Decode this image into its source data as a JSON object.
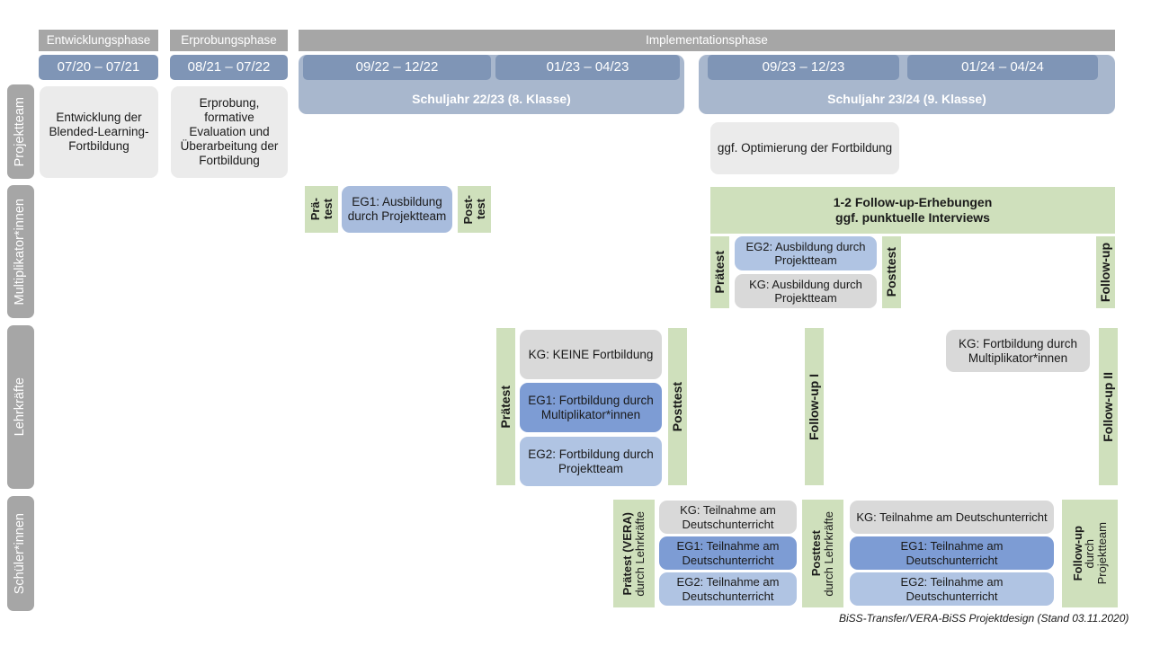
{
  "meta": {
    "footer": "BiSS-Transfer/VERA-BiSS Projektdesign (Stand 03.11.2020)"
  },
  "colors": {
    "gray_header": "#a6a6a6",
    "row_label": "#a6a6a6",
    "date_chip": "#7f95b6",
    "school_year": "#a8b7cd",
    "light_gray_box": "#ebebeb",
    "gray_box": "#d9d9d9",
    "blue_light": "#b0c4e3",
    "blue_mid": "#a8bcdd",
    "blue_dark": "#7d9cd4",
    "green_test": "#cfe0bc"
  },
  "phases": [
    {
      "label": "Entwicklungsphase"
    },
    {
      "label": "Erprobungsphase"
    },
    {
      "label": "Implementationsphase"
    }
  ],
  "dates": [
    {
      "label": "07/20 – 07/21"
    },
    {
      "label": "08/21 – 07/22"
    },
    {
      "label": "09/22 – 12/22"
    },
    {
      "label": "01/23 – 04/23"
    },
    {
      "label": "09/23 – 12/23"
    },
    {
      "label": "01/24 – 04/24"
    }
  ],
  "school_years": [
    {
      "label": "Schuljahr 22/23 (8. Klasse)"
    },
    {
      "label": "Schuljahr 23/24 (9. Klasse)"
    }
  ],
  "rows": [
    {
      "label": "Projektteam"
    },
    {
      "label": "Multiplikator*innen"
    },
    {
      "label": "Lehrkräfte"
    },
    {
      "label": "Schüler*innen"
    }
  ],
  "projektteam": {
    "boxes": [
      {
        "text": "Entwicklung der Blended-Learning-Fortbildung"
      },
      {
        "text": "Erprobung, formative Evaluation und Überarbeitung der Fortbildung"
      },
      {
        "text": "ggf. Optimierung der Fortbildung"
      }
    ]
  },
  "multiplikator": {
    "pretest_1_line1": "Prä-",
    "pretest_1_line2": "test",
    "posttest_1_line1": "Post-",
    "posttest_1_line2": "test",
    "eg1_box": "EG1: Ausbildung durch Projektteam",
    "followup_banner_line1": "1-2 Follow-up-Erhebungen",
    "followup_banner_line2": "ggf. punktuelle Interviews",
    "pretest_2": "Prätest",
    "posttest_2": "Posttest",
    "followup_label": "Follow-up",
    "eg2_box": "EG2: Ausbildung durch Projektteam",
    "kg_box": "KG: Ausbildung durch Projektteam"
  },
  "lehrkraefte": {
    "pretest": "Prätest",
    "posttest": "Posttest",
    "followup_1": "Follow-up I",
    "followup_2": "Follow-up II",
    "kg_box": "KG:  KEINE Fortbildung",
    "eg1_box": "EG1: Fortbildung durch Multiplikator*innen",
    "eg2_box": "EG2: Fortbildung durch Projektteam",
    "kg_box_right": "KG: Fortbildung durch Multiplikator*innen"
  },
  "schueler": {
    "pretest_main": "Prätest (VERA)",
    "pretest_sub": "durch Lehrkräfte",
    "posttest_main": "Posttest",
    "posttest_sub": "durch Lehrkräfte",
    "followup_main": "Follow-up",
    "followup_sub1": "durch",
    "followup_sub2": "Projektteam",
    "left_boxes": [
      {
        "text": "KG: Teilnahme am Deutschunterricht"
      },
      {
        "text": "EG1: Teilnahme am Deutschunterricht"
      },
      {
        "text": "EG2: Teilnahme am Deutschunterricht"
      }
    ],
    "right_boxes": [
      {
        "text": "KG: Teilnahme am Deutschunterricht"
      },
      {
        "text": "EG1: Teilnahme am Deutschunterricht"
      },
      {
        "text": "EG2: Teilnahme am Deutschunterricht"
      }
    ]
  }
}
